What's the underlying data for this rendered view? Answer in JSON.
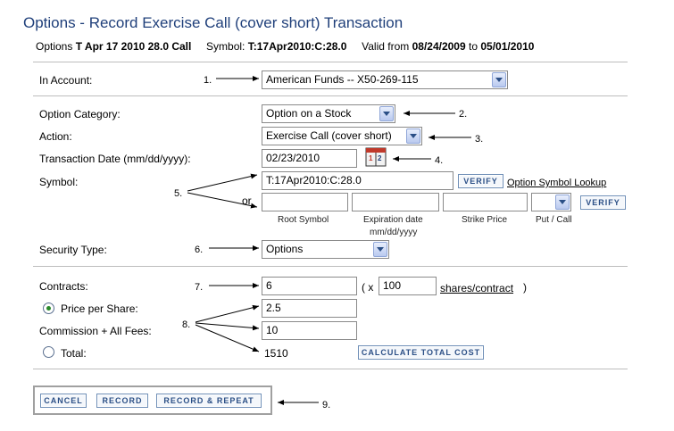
{
  "title": "Options - Record Exercise Call (cover short) Transaction",
  "subtitle": {
    "options_label": "Options",
    "option_name": "T Apr 17 2010 28.0 Call",
    "symbol_label": "Symbol:",
    "symbol_value": "T:17Apr2010:C:28.0",
    "valid_from_label": "Valid from",
    "valid_from": "08/24/2009",
    "to_label": "to",
    "valid_to": "05/01/2010"
  },
  "form": {
    "account_label": "In Account:",
    "account_value": "American Funds -- X50-269-115",
    "option_category_label": "Option Category:",
    "option_category_value": "Option on a Stock",
    "action_label": "Action:",
    "action_value": "Exercise Call (cover short)",
    "transaction_date_label": "Transaction Date (mm/dd/yyyy):",
    "transaction_date_value": "02/23/2010",
    "symbol_label": "Symbol:",
    "symbol_value": "T:17Apr2010:C:28.0",
    "verify_label": "VERIFY",
    "symbol_lookup_link": "Option Symbol Lookup",
    "or_label": "or",
    "root_symbol_label": "Root Symbol",
    "expiration_label_1": "Expiration date",
    "expiration_label_2": "mm/dd/yyyy",
    "strike_price_label": "Strike Price",
    "put_call_label": "Put / Call",
    "security_type_label": "Security Type:",
    "security_type_value": "Options",
    "contracts_label": "Contracts:",
    "contracts_value": "6",
    "open_paren": "( x",
    "shares_per_contract": "100",
    "shares_contract_link": "shares/contract",
    "close_paren": ")",
    "price_per_share_label": "Price per Share:",
    "price_per_share_value": "2.5",
    "commission_label": "Commission + All Fees:",
    "commission_value": "10",
    "total_label": "Total:",
    "total_value": "1510",
    "calculate_label": "CALCULATE TOTAL COST"
  },
  "buttons": {
    "cancel": "CANCEL",
    "record": "RECORD",
    "record_repeat": "RECORD & REPEAT"
  },
  "annotations": {
    "n1": "1.",
    "n2": "2.",
    "n3": "3.",
    "n4": "4.",
    "n5": "5.",
    "n6": "6.",
    "n7": "7.",
    "n8": "8.",
    "n9": "9."
  },
  "colors": {
    "title": "#1f3f7a",
    "button_text": "#2b4f86",
    "button_border": "#6f8fb7"
  }
}
